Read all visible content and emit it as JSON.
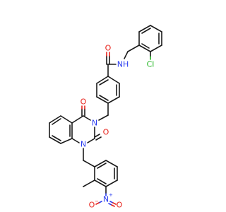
{
  "molecule": {
    "atom_colors": {
      "C": "#1a1a1a",
      "N": "#2a3cf0",
      "O": "#e8231c",
      "Cl": "#1db31d"
    },
    "labels": {
      "amide_o": "O",
      "amide_nh": "NH",
      "cl": "Cl",
      "quin_o4": "O",
      "quin_n3": "N",
      "quin_o2": "O",
      "quin_n1": "N",
      "nitro_n": "N",
      "nitro_n_charge": "+",
      "nitro_o1": "O",
      "nitro_o1_charge": "−",
      "nitro_o2": "O"
    }
  }
}
